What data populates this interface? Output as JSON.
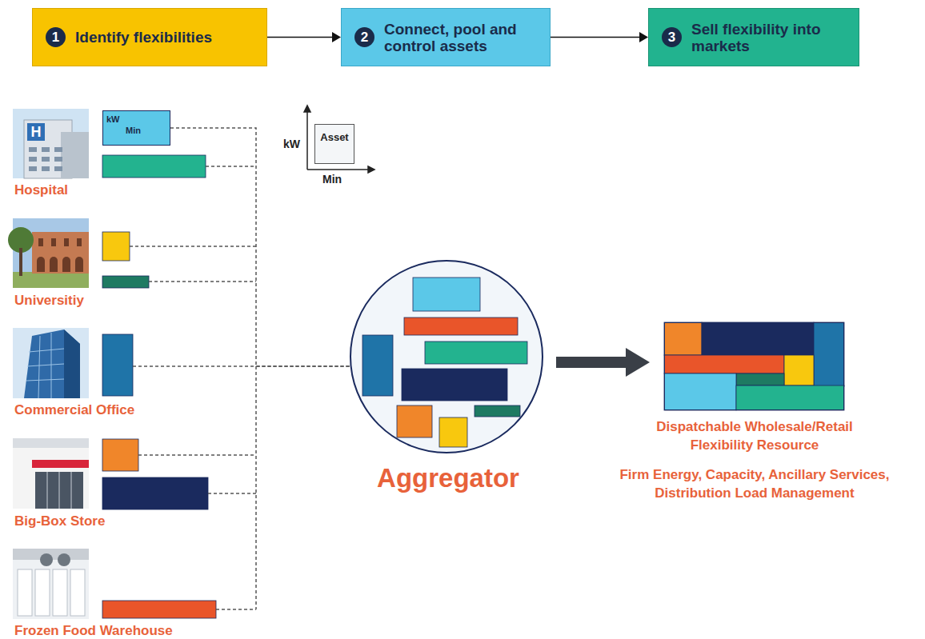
{
  "diagram": {
    "nodes": [
      {
        "text": [
          "1",
          "Identify flexibilities"
        ]
      },
      {
        "text": [
          "2",
          "Connect, pool and control assets"
        ]
      },
      {
        "text": [
          "3",
          "Sell flexibility into markets"
        ]
      },
      {
        "text": [
          "kW",
          "Min"
        ]
      },
      {
        "text": [
          "Asset"
        ]
      },
      {
        "text": [
          "Aggregator"
        ]
      },
      {
        "text": [
          "Dispatchable Wholesale/Retail Flexibility Resource",
          "Firm Energy, Capacity, Ancillary Services, Distribution Load Management"
        ]
      }
    ],
    "edges": [
      {
        "from": 0,
        "to": 1,
        "arrow": "to"
      },
      {
        "from": 1,
        "to": 2,
        "arrow": "to"
      },
      {
        "from": 3,
        "to": 5,
        "arrow": "none"
      },
      {
        "from": 5,
        "to": 6,
        "arrow": "to"
      }
    ],
    "labels": [
      "kW",
      "Min",
      "Hospital",
      "Universitiy",
      "Commercial Office",
      "Big-Box Store",
      "Frozen Food Warehouse"
    ]
  }
}
